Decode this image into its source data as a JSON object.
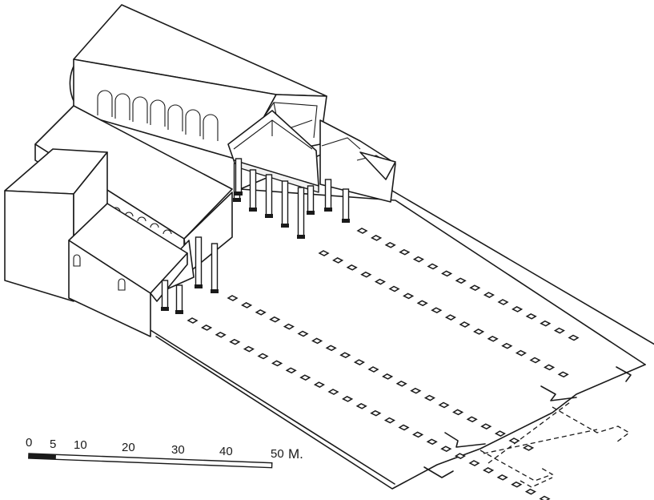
{
  "scale_bar": {
    "ticks": [
      "0",
      "5",
      "10",
      "20",
      "30",
      "40",
      "50"
    ],
    "unit": "M."
  }
}
